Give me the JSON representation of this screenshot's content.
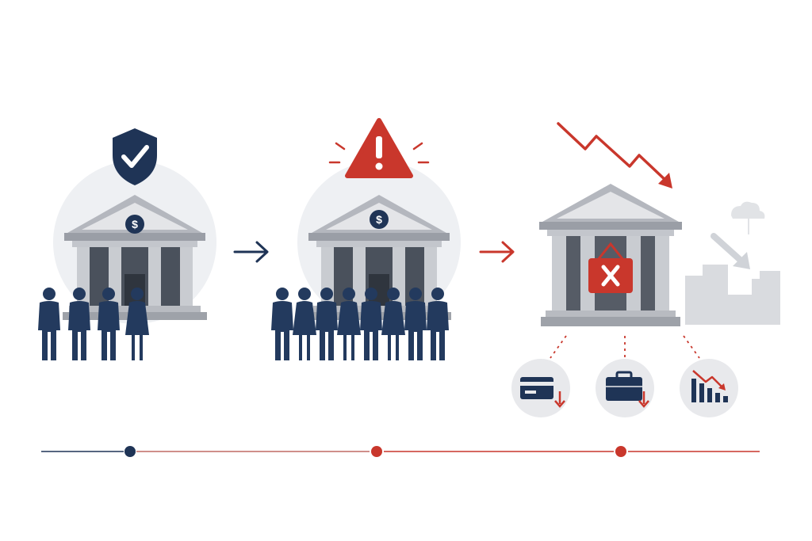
{
  "colors": {
    "navy": "#1f3456",
    "red": "#c9372c",
    "bank_gray": "#a9acb3",
    "bank_dark": "#454b55",
    "halo": "#eef0f3",
    "faded_gray": "#d6d8dc",
    "icon_circle": "#e8e9ec"
  },
  "stages": [
    {
      "id": "stable",
      "status_icon": "shield-check-icon",
      "bank_icon": "dollar-coin-icon",
      "crowd_size": 4,
      "accent": "navy"
    },
    {
      "id": "bank-run",
      "status_icon": "warning-triangle-icon",
      "bank_icon": "dollar-coin-icon",
      "crowd_size": 8,
      "accent": "red"
    },
    {
      "id": "collapse",
      "status_icon": "down-trend-arrow-icon",
      "bank_icon": "closed-sign-x-icon",
      "consequence_icons": [
        "credit-card-down-icon",
        "briefcase-down-icon",
        "bar-chart-decline-icon"
      ],
      "background_icon": "declining-city-icon",
      "accent": "red"
    }
  ],
  "flow_arrows": [
    "arrow-right-navy-icon",
    "arrow-right-red-icon"
  ],
  "timeline": {
    "points": 3,
    "segment_colors": [
      "navy",
      "red",
      "red",
      "red"
    ]
  }
}
